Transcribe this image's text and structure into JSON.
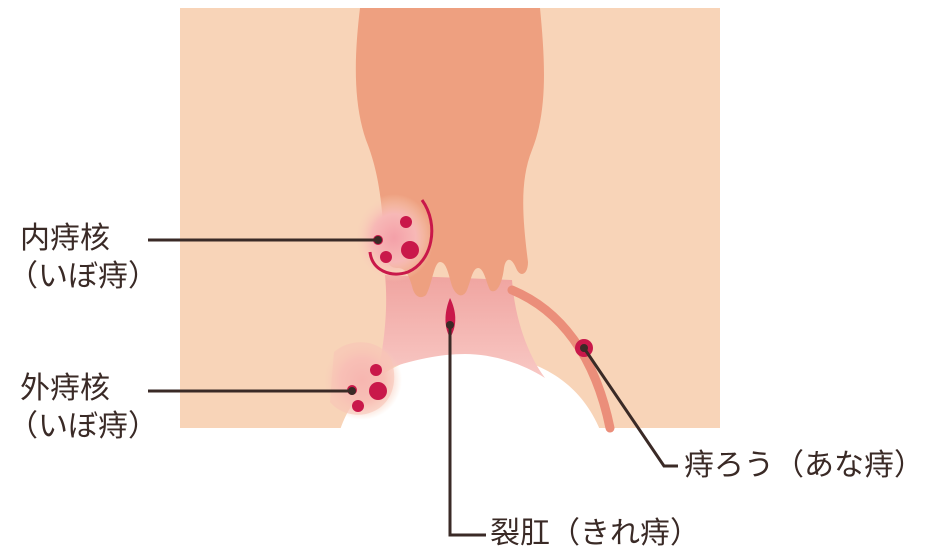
{
  "labels": {
    "internal": {
      "name": "内痔核",
      "alias": "（いぼ痔）"
    },
    "external": {
      "name": "外痔核",
      "alias": "（いぼ痔）"
    },
    "fistula": {
      "text": "痔ろう（あな痔）"
    },
    "fissure": {
      "text": "裂肛（きれ痔）"
    }
  },
  "colors": {
    "skin": "#f8d4b8",
    "skin_outline": "#f0c2a2",
    "rectum": "#eea080",
    "canal": "#f4b8b2",
    "lesion": "#c9184a",
    "leader_line": "#3a2a26",
    "fistula_tract": "#eb8e7a"
  }
}
